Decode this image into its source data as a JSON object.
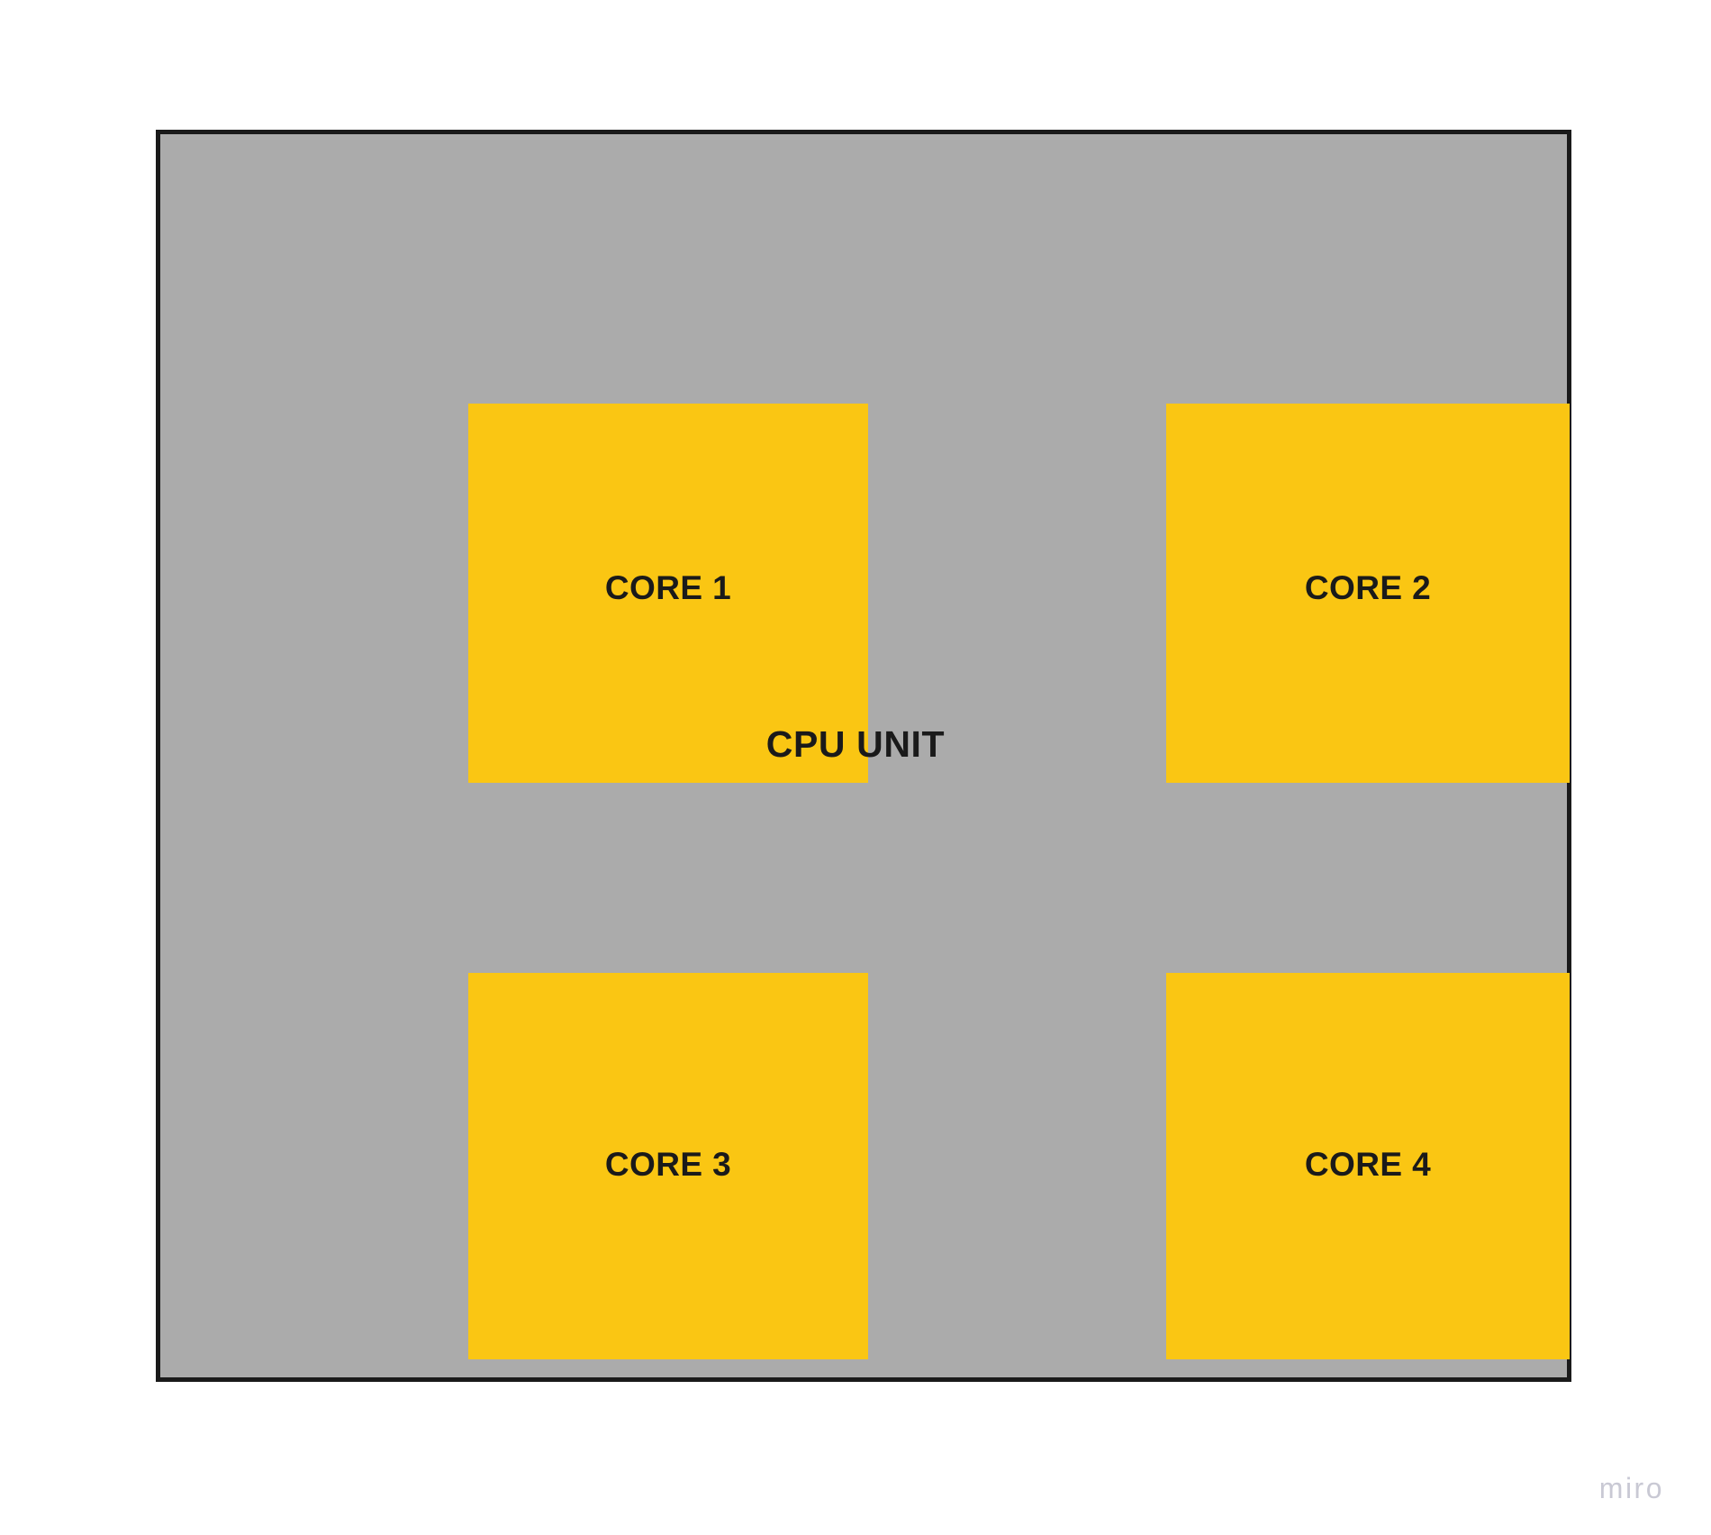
{
  "diagram": {
    "title": "CPU UNIT",
    "background_color": "#FFFFFF",
    "container": {
      "label": "CPU UNIT",
      "fill_color": "#ABABAB",
      "border_color": "#1A1A1A"
    },
    "blocks": [
      {
        "id": "core-1",
        "label": "CORE 1",
        "fill_color": "#FAC613",
        "text_color": "#1A1A1A"
      },
      {
        "id": "core-2",
        "label": "CORE 2",
        "fill_color": "#FAC613",
        "text_color": "#1A1A1A"
      },
      {
        "id": "core-3",
        "label": "CORE 3",
        "fill_color": "#FAC613",
        "text_color": "#1A1A1A"
      },
      {
        "id": "core-4",
        "label": "CORE 4",
        "fill_color": "#FAC613",
        "text_color": "#1A1A1A"
      }
    ]
  },
  "watermark": {
    "text": "miro",
    "color": "#C9C9D4"
  }
}
